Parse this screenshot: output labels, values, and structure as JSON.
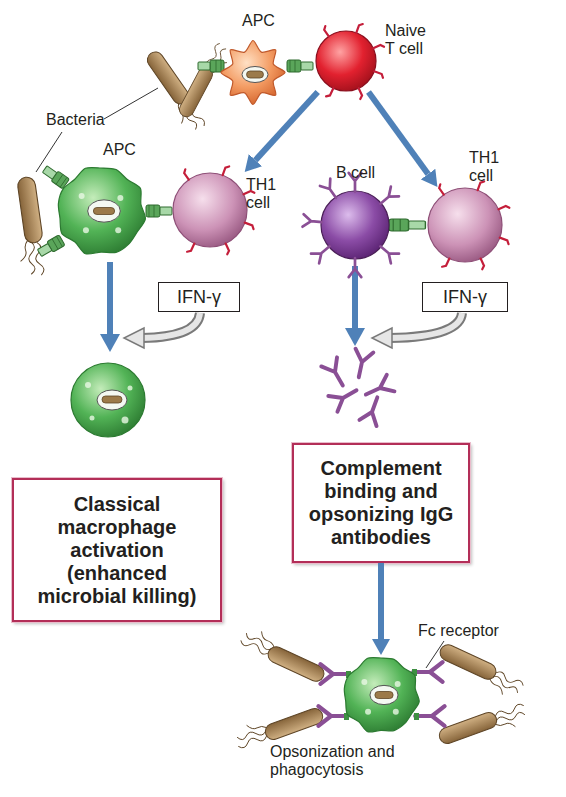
{
  "diagram": {
    "nodes": [
      {
        "text": [
          "APC"
        ]
      },
      {
        "text": [
          "Naive T cell"
        ]
      },
      {
        "text": [
          "APC"
        ]
      },
      {
        "text": [
          "TH1 cell"
        ]
      },
      {
        "text": [
          "B cell"
        ]
      },
      {
        "text": [
          "TH1 cell"
        ]
      },
      {
        "text": [
          "IFN-γ"
        ]
      },
      {
        "text": [
          "IFN-γ"
        ]
      },
      {
        "text": [
          "Classical macrophage activation (enhanced microbial killing)"
        ]
      },
      {
        "text": [
          "Complement binding and opsonizing IgG antibodies"
        ]
      },
      {
        "text": [
          "Opsonization and phagocytosis"
        ]
      }
    ],
    "edges": [
      {
        "from": 1,
        "to": 3,
        "arrow": "to"
      },
      {
        "from": 1,
        "to": 5,
        "arrow": "to"
      },
      {
        "from": 9,
        "to": 10,
        "arrow": "to"
      }
    ],
    "labels": [
      "Bacteria",
      "Fc receptor"
    ]
  }
}
